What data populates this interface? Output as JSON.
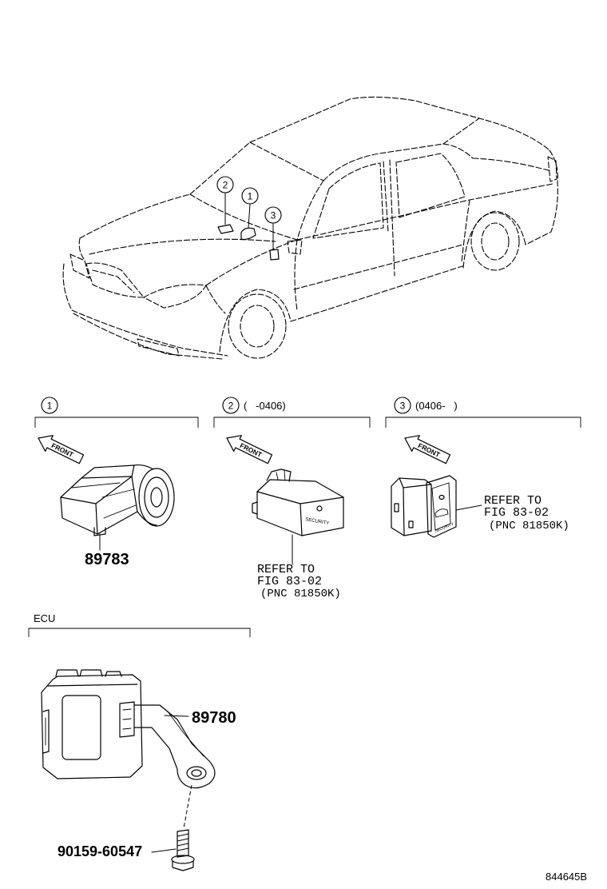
{
  "car_callouts": [
    "2",
    "1",
    "3"
  ],
  "sections": [
    {
      "index": "1",
      "front_label": "FRONT",
      "part_number": "89783"
    },
    {
      "index": "2",
      "range": "(   -0406)",
      "front_label": "FRONT",
      "part_label": "SECURITY",
      "refer": [
        "REFER TO",
        "FIG 83-02",
        "(PNC 81850K)"
      ]
    },
    {
      "index": "3",
      "range": "(0406-   )",
      "front_label": "FRONT",
      "part_label": "SECURITY",
      "refer": [
        "REFER TO",
        "FIG 83-02",
        "(PNC 81850K)"
      ]
    }
  ],
  "ecu": {
    "title": "ECU",
    "part_number": "89780",
    "bolt_part_number": "90159-60547"
  },
  "figure_id": "844645B"
}
